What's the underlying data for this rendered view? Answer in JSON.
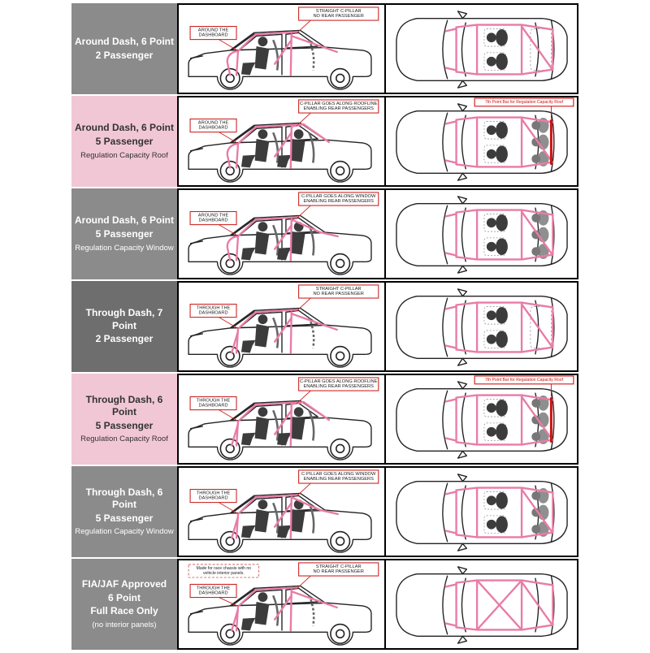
{
  "colors": {
    "cage_pink": "#e87ca6",
    "note_red": "#cc2222",
    "bar_red": "#cc1111",
    "label_gray": "#8b8b8b",
    "label_dark_gray": "#6e6e6e",
    "label_pink": "#f2c7d5",
    "label_text_on_gray": "#ffffff",
    "label_text_on_pink": "#333333"
  },
  "rows": [
    {
      "label": {
        "bg": "gray",
        "lines": [
          {
            "text": "Around Dash, 6 Point",
            "small": false
          },
          {
            "text": "2 Passenger",
            "small": false
          }
        ]
      },
      "side": {
        "dash": "around",
        "pillar": "straight",
        "rear_passenger": false,
        "dash_note": [
          "AROUND THE",
          "DASHBOARD"
        ],
        "pillar_note": [
          "STRAIGHT C-PILLAR",
          "NO REAR PASSENGER"
        ]
      },
      "top": {
        "passengers": 2,
        "seventh_bar": false
      }
    },
    {
      "label": {
        "bg": "pink",
        "lines": [
          {
            "text": "Around Dash, 6 Point",
            "small": false
          },
          {
            "text": "5 Passenger",
            "small": false
          },
          {
            "text": "Regulation Capacity Roof",
            "small": true
          }
        ]
      },
      "side": {
        "dash": "around",
        "pillar": "roof",
        "rear_passenger": true,
        "dash_note": [
          "AROUND THE",
          "DASHBOARD"
        ],
        "pillar_note": [
          "C-PILLAR GOES ALONG ROOFLINE",
          "ENABLING REAR PASSENGERS"
        ]
      },
      "top": {
        "passengers": 5,
        "seventh_bar": true,
        "seventh_note": "7th Point Bar for Regulation Capacity Roof"
      }
    },
    {
      "label": {
        "bg": "gray",
        "lines": [
          {
            "text": "Around Dash, 6 Point",
            "small": false
          },
          {
            "text": "5 Passenger",
            "small": false
          },
          {
            "text": "Regulation Capacity Window",
            "small": true
          }
        ]
      },
      "side": {
        "dash": "around",
        "pillar": "window",
        "rear_passenger": true,
        "dash_note": [
          "AROUND THE",
          "DASHBOARD"
        ],
        "pillar_note": [
          "C-PILLAR GOES ALONG WINDOW",
          "ENABLING REAR PASSENGERS"
        ]
      },
      "top": {
        "passengers": 5,
        "seventh_bar": false
      }
    },
    {
      "label": {
        "bg": "darkgray",
        "lines": [
          {
            "text": "Through Dash, 7 Point",
            "small": false
          },
          {
            "text": "2 Passenger",
            "small": false
          }
        ]
      },
      "side": {
        "dash": "through",
        "pillar": "straight",
        "rear_passenger": false,
        "dash_note": [
          "THROUGH THE",
          "DASHBOARD"
        ],
        "pillar_note": [
          "STRAIGHT C-PILLAR",
          "NO REAR PASSENGER"
        ]
      },
      "top": {
        "passengers": 2,
        "seventh_bar": false
      }
    },
    {
      "label": {
        "bg": "pink",
        "lines": [
          {
            "text": "Through Dash, 6 Point",
            "small": false
          },
          {
            "text": "5 Passenger",
            "small": false
          },
          {
            "text": "Regulation Capacity Roof",
            "small": true
          }
        ]
      },
      "side": {
        "dash": "through",
        "pillar": "roof",
        "rear_passenger": true,
        "dash_note": [
          "THROUGH THE",
          "DASHBOARD"
        ],
        "pillar_note": [
          "C-PILLAR GOES ALONG ROOFLINE",
          "ENABLING REAR PASSENGERS"
        ]
      },
      "top": {
        "passengers": 5,
        "seventh_bar": true,
        "seventh_note": "7th Point Bar for Regulation Capacity Roof"
      }
    },
    {
      "label": {
        "bg": "gray",
        "lines": [
          {
            "text": "Through Dash, 6 Point",
            "small": false
          },
          {
            "text": "5 Passenger",
            "small": false
          },
          {
            "text": "Regulation Capacity Window",
            "small": true
          }
        ]
      },
      "side": {
        "dash": "through",
        "pillar": "window",
        "rear_passenger": true,
        "dash_note": [
          "THROUGH THE",
          "DASHBOARD"
        ],
        "pillar_note": [
          "C-PILLAR GOES ALONG WINDOW",
          "ENABLING REAR PASSENGERS"
        ]
      },
      "top": {
        "passengers": 5,
        "seventh_bar": false
      }
    },
    {
      "label": {
        "bg": "gray",
        "lines": [
          {
            "text": "FIA/JAF Approved",
            "small": false
          },
          {
            "text": "6 Point",
            "small": false
          },
          {
            "text": "Full Race Only",
            "small": false
          },
          {
            "text": "(no interior panels)",
            "small": true
          }
        ]
      },
      "side": {
        "dash": "through",
        "pillar": "straight",
        "rear_passenger": false,
        "race": true,
        "race_note": [
          "Made for race chassis with no",
          "vehicle interior panels."
        ],
        "dash_note": [
          "THROUGH THE",
          "DASHBOARD"
        ],
        "pillar_note": [
          "STRAIGHT C-PILLAR",
          "NO REAR PASSENGER"
        ]
      },
      "top": {
        "passengers": 0,
        "seventh_bar": false,
        "race": true
      }
    }
  ]
}
